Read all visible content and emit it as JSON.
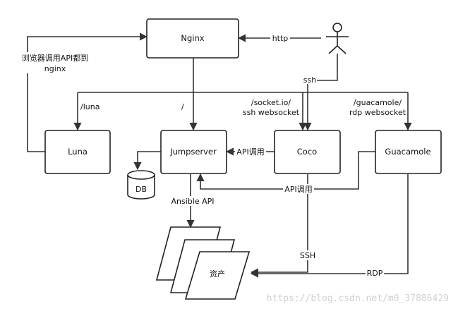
{
  "nodes": {
    "nginx": "Nginx",
    "luna": "Luna",
    "jumpserver": "Jumpserver",
    "coco": "Coco",
    "guacamole": "Guacamole",
    "db": "DB",
    "assets": "资产"
  },
  "edges": {
    "http": "http",
    "ssh_user": "ssh",
    "browser_api_line1": "浏览器调用API都到",
    "browser_api_line2": "nginx",
    "luna_path": "/luna",
    "root_path": "/",
    "socketio_line1": "/socket.io/",
    "socketio_line2": "ssh websocket",
    "guac_line1": "/guacamole/",
    "guac_line2": "rdp websocket",
    "api_call_coco": "API调用",
    "api_call_guac": "API调用",
    "ansible_api": "Ansible API",
    "ssh_assets": "SSH",
    "rdp_assets": "RDP"
  },
  "watermark": "https://blog.csdn.net/m0_37886429"
}
